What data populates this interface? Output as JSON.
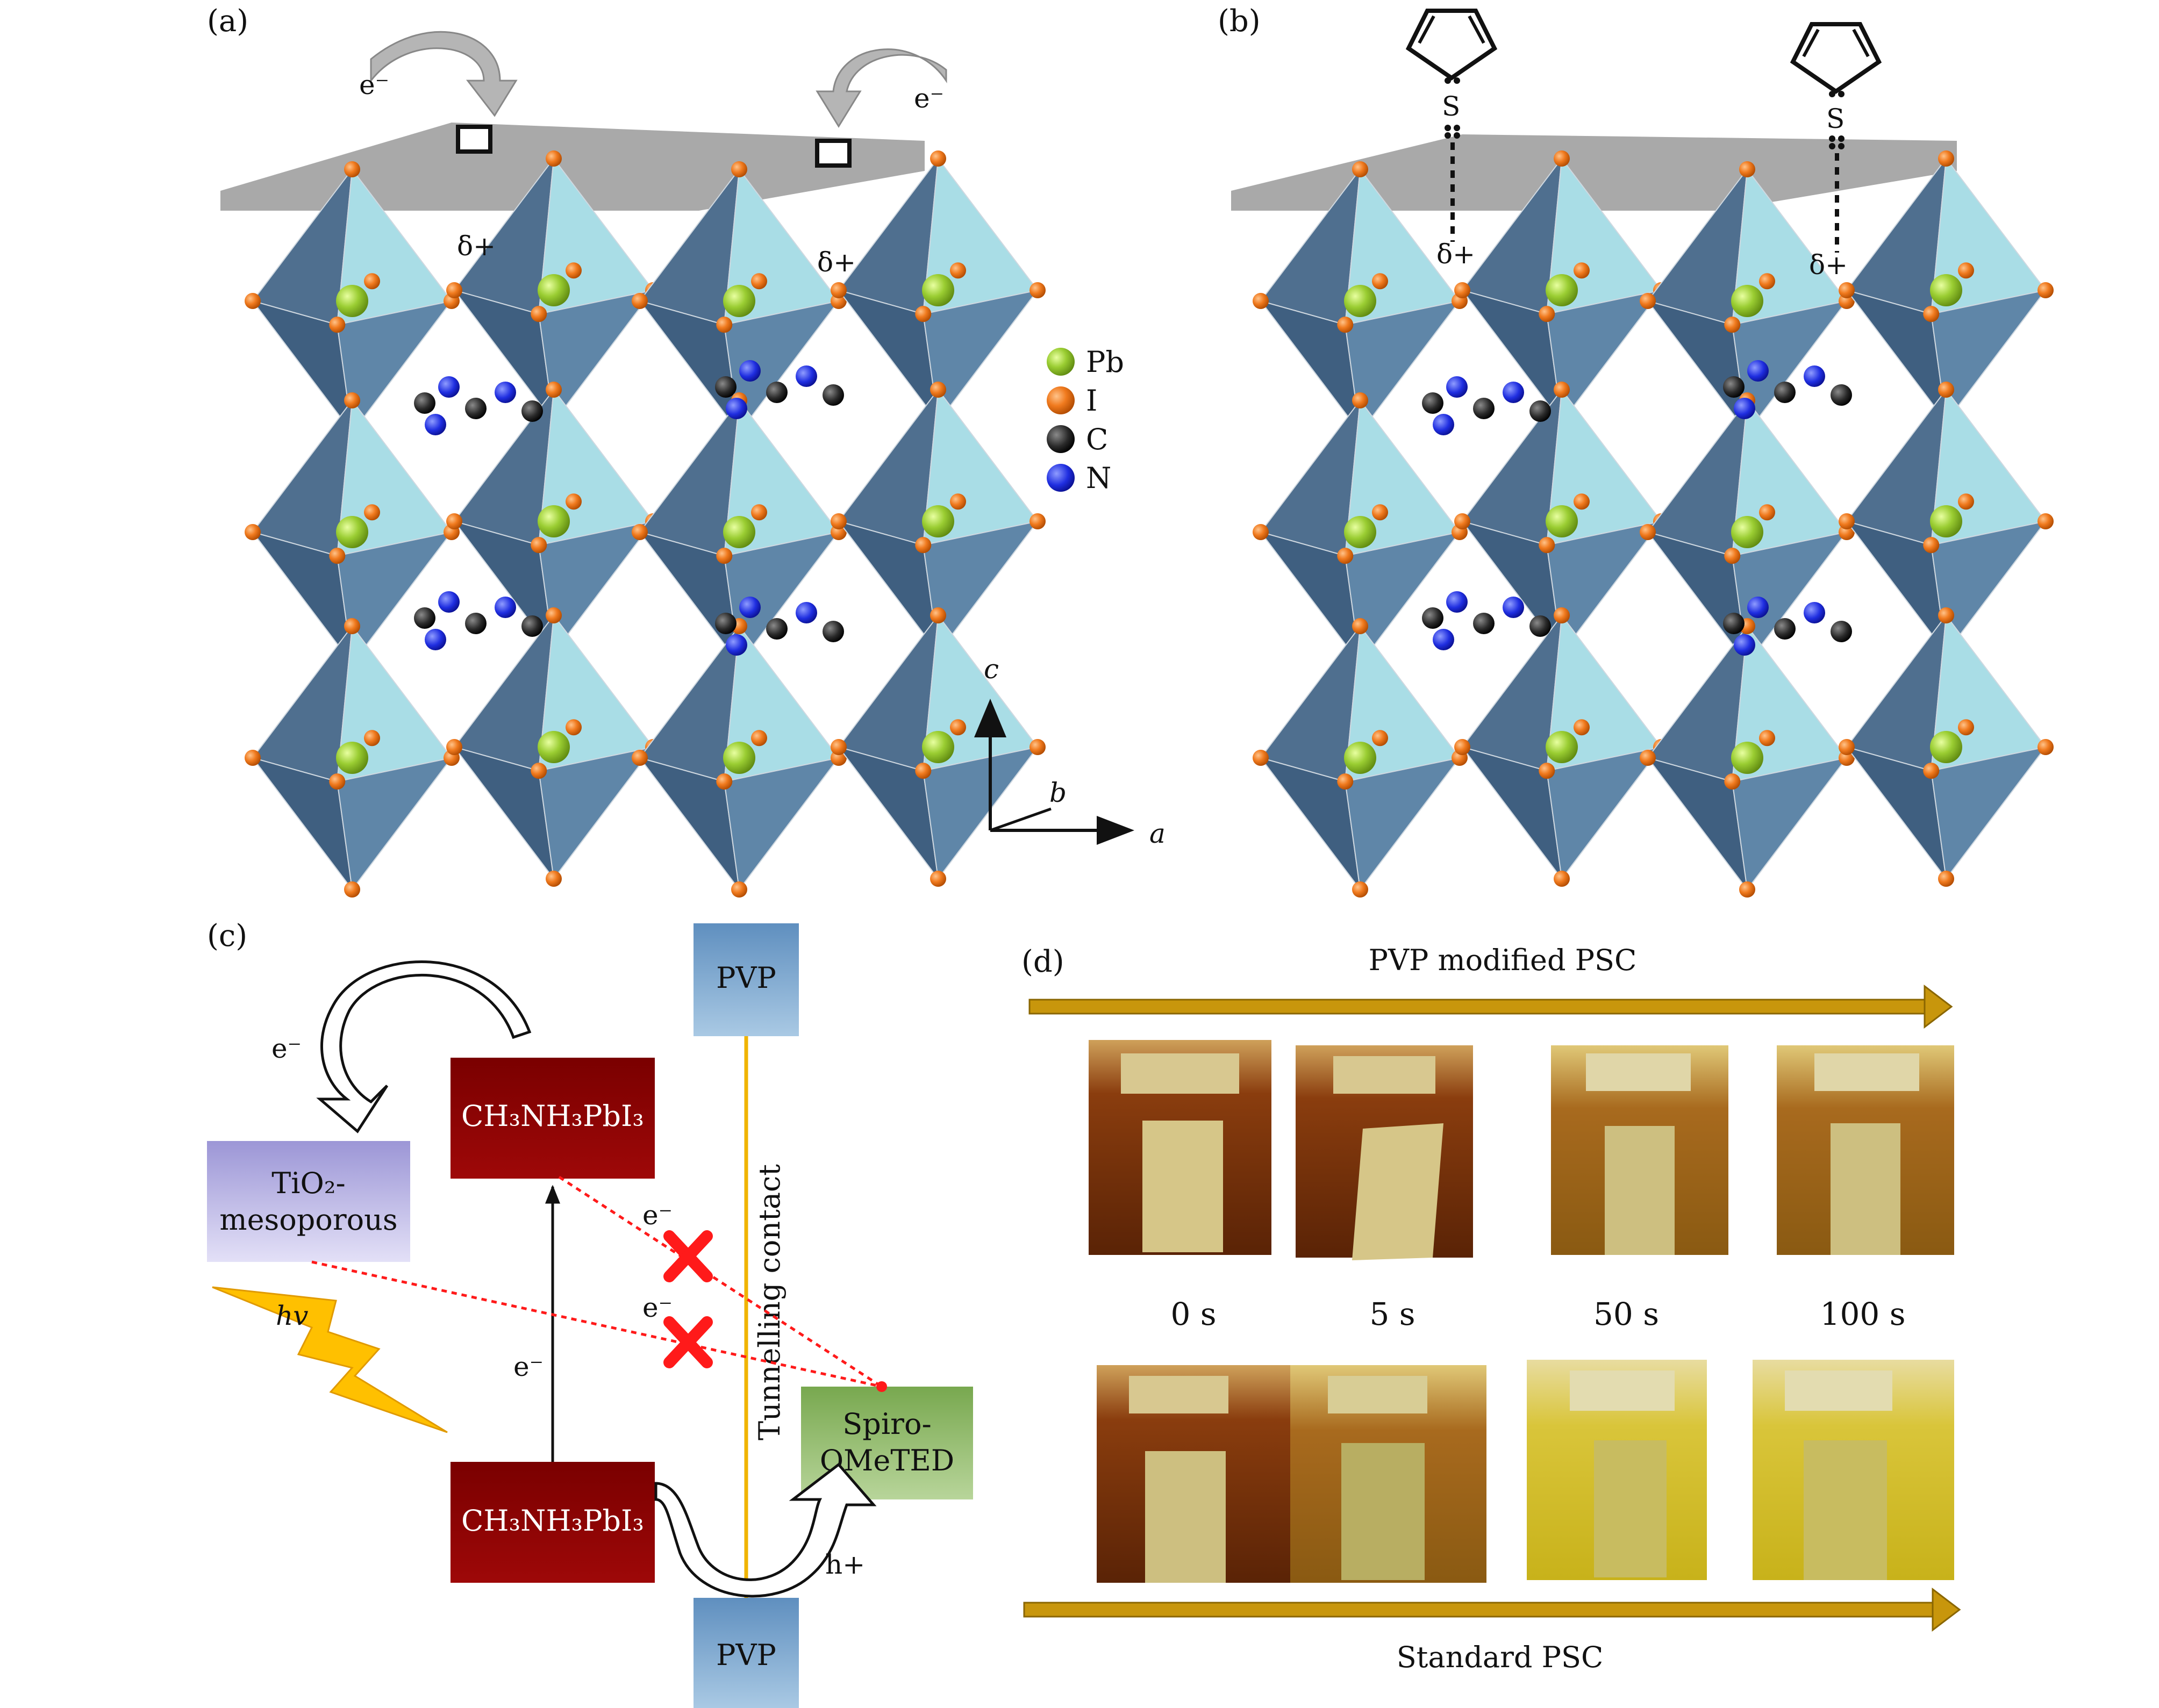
{
  "panels": {
    "a": {
      "letter": "(a)",
      "electron_left": "e⁻",
      "electron_right": "e⁻",
      "delta_left": "δ+",
      "delta_right": "δ+",
      "legend": [
        {
          "symbol": "Pb",
          "color": "#9acd32"
        },
        {
          "symbol": "I",
          "color": "#f07a1e"
        },
        {
          "symbol": "C",
          "color": "#2a2a2a"
        },
        {
          "symbol": "N",
          "color": "#1f2ee0"
        }
      ],
      "axes": {
        "c": "c",
        "b": "b",
        "a": "a"
      }
    },
    "b": {
      "letter": "(b)",
      "sulfur_left": "S",
      "sulfur_right": "S",
      "delta_left": "δ+",
      "delta_right": "δ+"
    },
    "c": {
      "letter": "(c)",
      "pvp_top": "PVP",
      "pvp_bottom": "PVP",
      "perovskite_top": "CH₃NH₃PbI₃",
      "perovskite_bottom": "CH₃NH₃PbI₃",
      "tio2_line1": "TiO₂-",
      "tio2_line2": "mesoporous",
      "spiro_line1": "Spiro-",
      "spiro_line2": "OMeTED",
      "tunnelling": "Tunnelling contact",
      "light": "hv",
      "e_curve": "e⁻",
      "e_vertical": "e⁻",
      "e_upper_cross": "e⁻",
      "e_lower_cross": "e⁻",
      "hole": "h+"
    },
    "d": {
      "letter": "(d)",
      "top_title": "PVP modified PSC",
      "bottom_title": "Standard PSC",
      "times": [
        "0 s",
        "5 s",
        "50 s",
        "100 s"
      ]
    }
  },
  "colors": {
    "octahedron_dark": "#4f6f8f",
    "octahedron_light": "#a9dde6",
    "perovskite_box": "#8b0000",
    "tio2_box": "#b7b0e0",
    "spiro_box": "#8fb56a",
    "pvp_box": "#6f9fc6",
    "arrow_gold": "#c8960c",
    "light_bolt": "#ffc000",
    "cross_red": "#ff1a1a"
  }
}
